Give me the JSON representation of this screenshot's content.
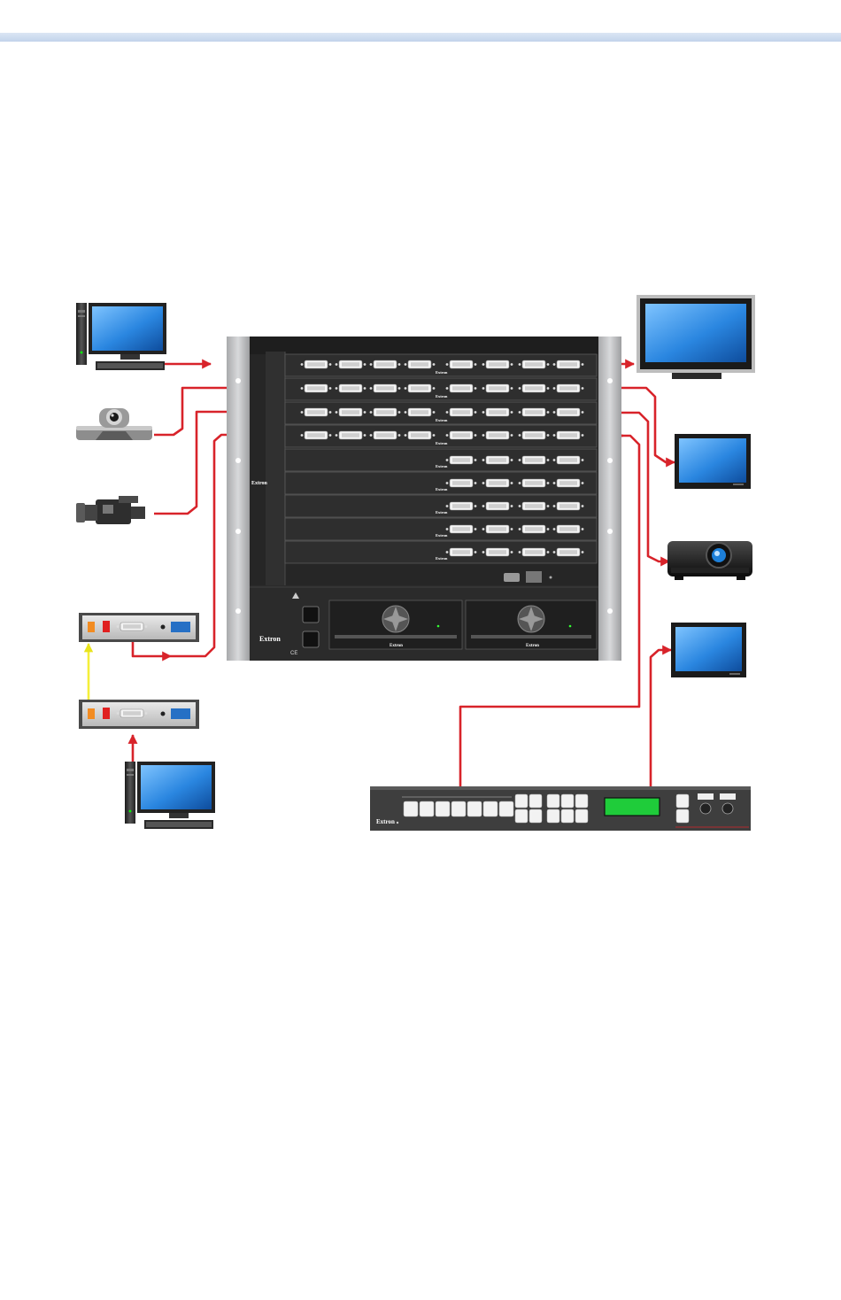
{
  "header": {
    "band_gradient": [
      "#dbe6f4",
      "#c2d3eb"
    ]
  },
  "brand": {
    "logo_text": "Extron"
  },
  "matrix": {
    "logo_text": "Extron",
    "card_logo": "Extron",
    "fan_logo": "Extron",
    "ce_mark": "CE",
    "input_cards": 4,
    "output_cards": 4
  },
  "controller": {
    "logo_text": "Extron",
    "lcd_color": "#1fcc3a"
  },
  "colors": {
    "signal_cable": "#d8232a",
    "link_cable": "#f4ef3a",
    "chassis": "#2a2a2a",
    "rack_ear": "#c4c5c7",
    "screen": "#1d7fd8",
    "extender_port": "#2670c5"
  },
  "icons": [
    "computer-icon",
    "ptz-camera-icon",
    "video-camera-icon",
    "dvi-extender-icon",
    "flat-panel-display-icon",
    "monitor-icon",
    "projector-icon",
    "control-panel-icon"
  ]
}
